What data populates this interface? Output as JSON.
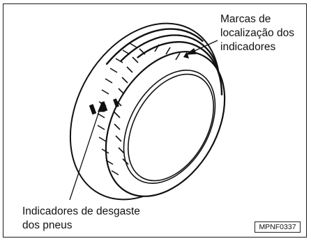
{
  "callouts": {
    "locator_marks": [
      "Marcas de",
      "localização dos",
      "indicadores"
    ],
    "wear_indicators": [
      "Indicadores de desgaste",
      "dos pneus"
    ]
  },
  "figure_code": "MPNF0337"
}
